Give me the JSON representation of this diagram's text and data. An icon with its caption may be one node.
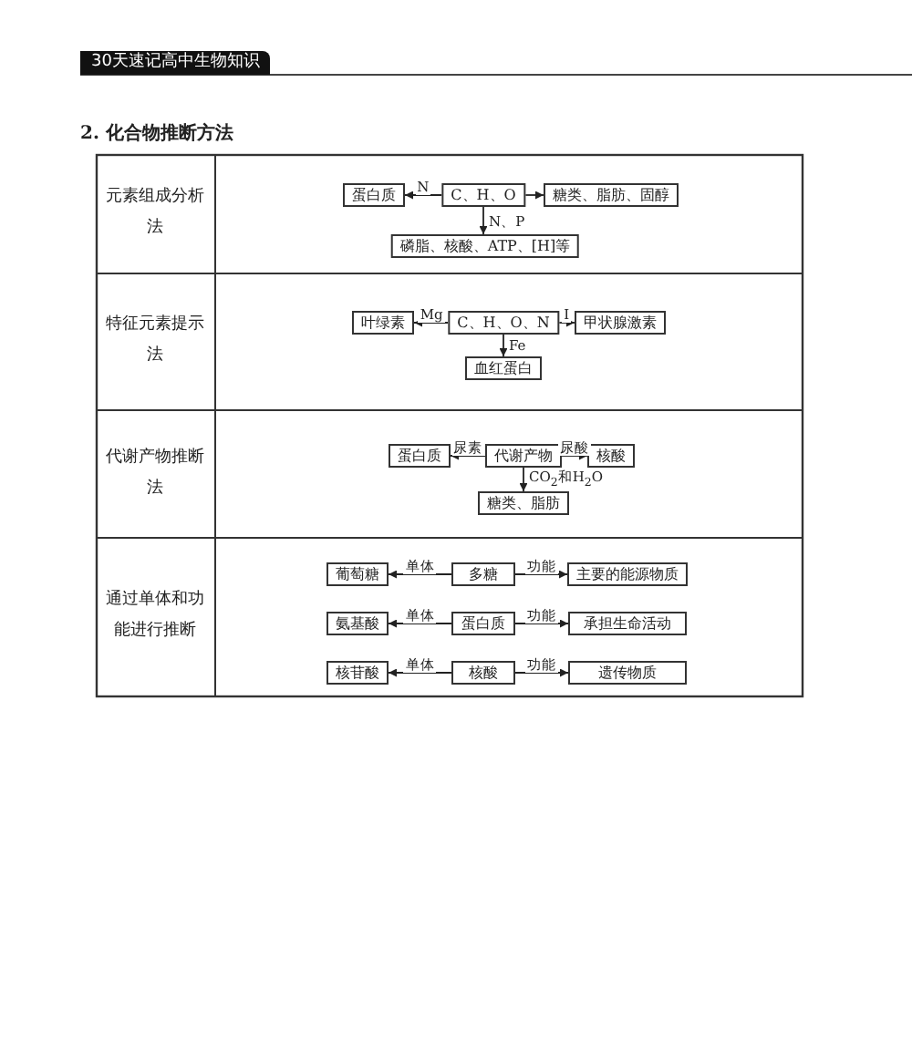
{
  "diagram": {
    "title": "2. 化合物推断方法",
    "nodes": [
      {
        "text": [
          "蛋白质"
        ]
      },
      {
        "text": [
          "C、H、O"
        ]
      },
      {
        "text": [
          "糖类、脂肪、固醇"
        ]
      },
      {
        "text": [
          "磷脂、核酸、ATP、[H]等"
        ]
      },
      {
        "text": [
          "叶绿素"
        ]
      },
      {
        "text": [
          "C、H、O、N"
        ]
      },
      {
        "text": [
          "甲状腺激素"
        ]
      },
      {
        "text": [
          "血红蛋白"
        ]
      },
      {
        "text": [
          "蛋白质"
        ]
      },
      {
        "text": [
          "代谢产物"
        ]
      },
      {
        "text": [
          "核酸"
        ]
      },
      {
        "text": [
          "糖类、脂肪"
        ]
      },
      {
        "text": [
          "葡萄糖"
        ]
      },
      {
        "text": [
          "多糖"
        ]
      },
      {
        "text": [
          "主要的能源物质"
        ]
      },
      {
        "text": [
          "氨基酸"
        ]
      },
      {
        "text": [
          "蛋白质"
        ]
      },
      {
        "text": [
          "承担生命活动"
        ]
      },
      {
        "text": [
          "核苷酸"
        ]
      },
      {
        "text": [
          "核酸"
        ]
      },
      {
        "text": [
          "遗传物质"
        ]
      }
    ],
    "edges": [
      {
        "from": 1,
        "to": 0,
        "arrow": "to",
        "label": "N"
      },
      {
        "from": 1,
        "to": 2,
        "arrow": "to"
      },
      {
        "from": 1,
        "to": 3,
        "arrow": "to",
        "label": "N、P"
      },
      {
        "from": 5,
        "to": 4,
        "arrow": "to",
        "label": "Mg"
      },
      {
        "from": 5,
        "to": 6,
        "arrow": "to",
        "label": "I"
      },
      {
        "from": 5,
        "to": 7,
        "arrow": "to",
        "label": "Fe"
      },
      {
        "from": 9,
        "to": 8,
        "arrow": "to",
        "label": "尿素"
      },
      {
        "from": 9,
        "to": 10,
        "arrow": "to",
        "label": "尿酸"
      },
      {
        "from": 9,
        "to": 11,
        "arrow": "to",
        "label": "CO$_{2}$和H$_{2}$O"
      },
      {
        "from": 13,
        "to": 12,
        "arrow": "to",
        "label": "单体"
      },
      {
        "from": 13,
        "to": 14,
        "arrow": "to",
        "label": "功能"
      },
      {
        "from": 16,
        "to": 15,
        "arrow": "to",
        "label": "单体"
      },
      {
        "from": 16,
        "to": 17,
        "arrow": "to",
        "label": "功能"
      },
      {
        "from": 19,
        "to": 18,
        "arrow": "to",
        "label": "单体"
      },
      {
        "from": 19,
        "to": 20,
        "arrow": "to",
        "label": "功能"
      }
    ],
    "labels": [
      "30天速记高中生物知识",
      "元素组成分析法",
      "特征元素提示法",
      "代谢产物推断法",
      "通过单体和功能进行推断"
    ]
  }
}
